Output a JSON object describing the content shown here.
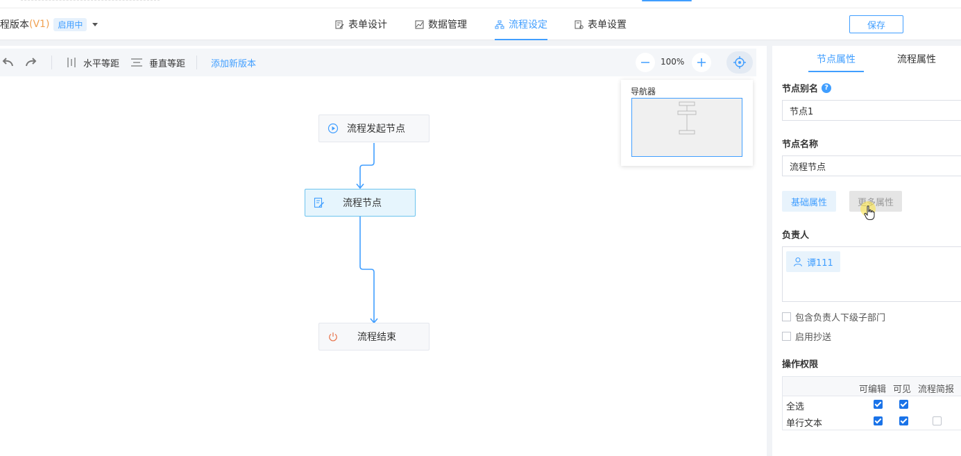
{
  "header": {
    "title_prefix": "程版本",
    "version": "(V1)",
    "status_badge": "启用中",
    "tabs": [
      {
        "label": "表单设计",
        "icon": "form-edit-icon",
        "active": false
      },
      {
        "label": "数据管理",
        "icon": "chart-icon",
        "active": false
      },
      {
        "label": "流程设定",
        "icon": "flow-icon",
        "active": true
      },
      {
        "label": "表单设置",
        "icon": "settings-doc-icon",
        "active": false
      }
    ],
    "save_label": "保存"
  },
  "toolbar": {
    "undo_icon": "undo-icon",
    "redo_icon": "redo-icon",
    "horizontal_label": "水平等距",
    "vertical_label": "垂直等距",
    "add_version_label": "添加新版本",
    "zoom": "100%"
  },
  "navigator": {
    "title": "导航器"
  },
  "flow": {
    "nodes": [
      {
        "label": "流程发起节点",
        "icon": "play-circle-icon"
      },
      {
        "label": "流程节点",
        "icon": "edit-doc-icon",
        "selected": true
      },
      {
        "label": "流程结束",
        "icon": "power-icon"
      }
    ]
  },
  "panel": {
    "tabs": [
      {
        "label": "节点属性",
        "active": true
      },
      {
        "label": "流程属性",
        "active": false
      }
    ],
    "alias_label": "节点别名",
    "alias_value": "节点1",
    "name_label": "节点名称",
    "name_value": "流程节点",
    "basic_btn": "基础属性",
    "more_btn": "更多属性",
    "assignee_label": "负责人",
    "assignee_name": "谭111",
    "include_sub_label": "包含负责人下级子部门",
    "cc_label": "启用抄送",
    "perm_label": "操作权限",
    "perm_table": {
      "headers": [
        "可编辑",
        "可见",
        "流程简报"
      ],
      "rows": [
        {
          "label": "全选",
          "editable": true,
          "visible": true,
          "brief": null
        },
        {
          "label": "单行文本",
          "editable": true,
          "visible": true,
          "brief": false
        }
      ]
    }
  },
  "colors": {
    "accent": "#409eff",
    "version": "#f0a050",
    "checkbox": "#1a73e8"
  }
}
